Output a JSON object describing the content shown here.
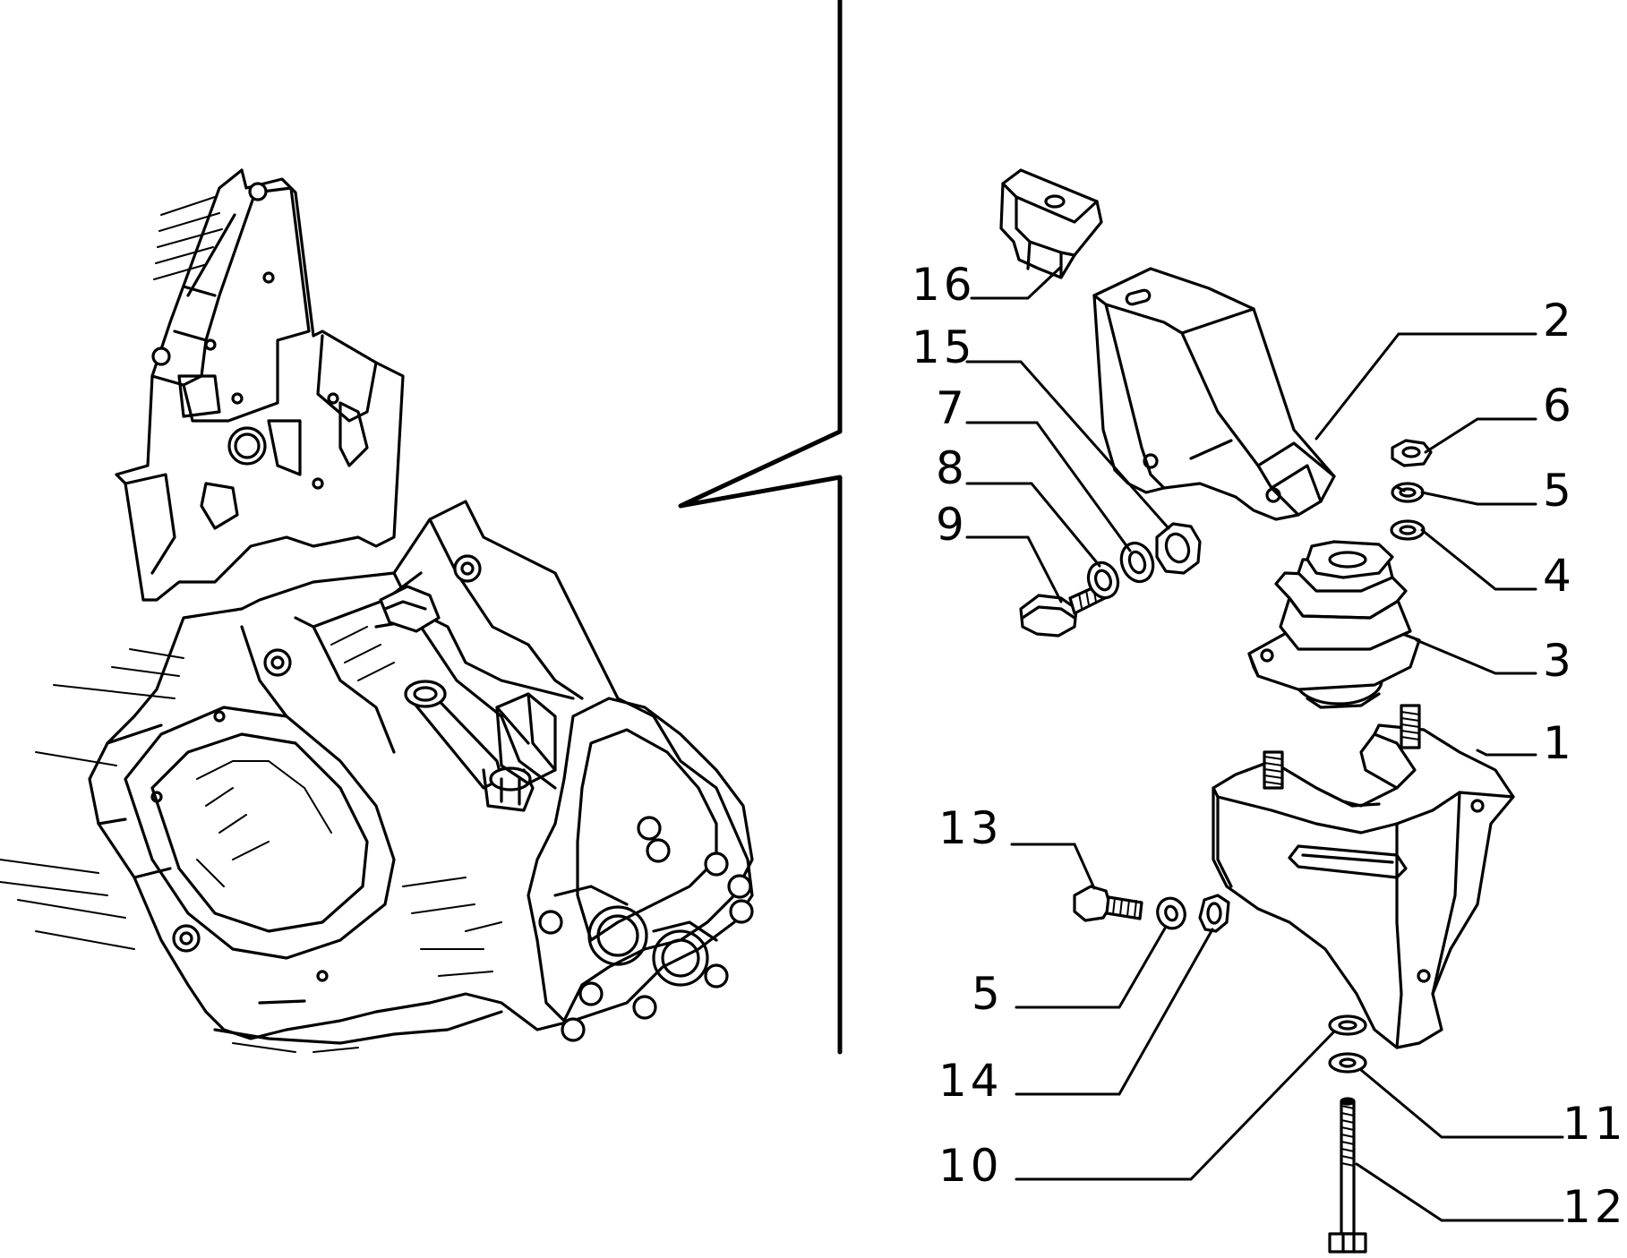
{
  "callouts": {
    "c16": "16",
    "c15": "15",
    "c7": "7",
    "c8": "8",
    "c9": "9",
    "c2": "2",
    "c6": "6",
    "c5a": "5",
    "c4": "4",
    "c3": "3",
    "c1": "1",
    "c13": "13",
    "c5b": "5",
    "c14": "14",
    "c10": "10",
    "c11": "11",
    "c12": "12"
  }
}
